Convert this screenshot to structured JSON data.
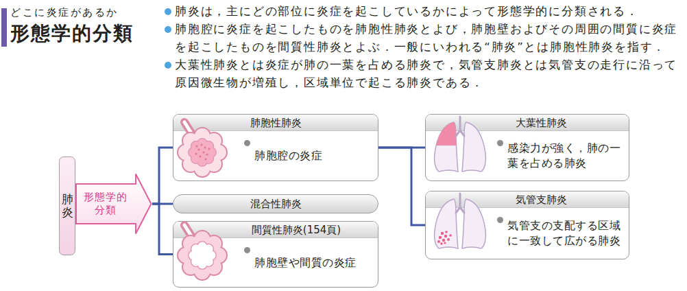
{
  "diagram": {
    "title": "形態学的分類",
    "nodes": [
      {
        "text": [
          "肺炎"
        ]
      },
      {
        "text": [
          "形態学的分類"
        ]
      },
      {
        "text": [
          "肺胞性肺炎",
          "肺胞腔の炎症"
        ]
      },
      {
        "text": [
          "混合性肺炎"
        ]
      },
      {
        "text": [
          "間質性肺炎(154頁)",
          "肺胞壁や間質の炎症"
        ]
      },
      {
        "text": [
          "大葉性肺炎",
          "感染力が強く，肺の一葉を占める肺炎"
        ]
      },
      {
        "text": [
          "気管支肺炎",
          "気管支の支配する区域に一致して広がる肺炎"
        ]
      }
    ],
    "edges": [
      {
        "from": 1,
        "to": 2,
        "arrow": "none"
      },
      {
        "from": 1,
        "to": 3,
        "arrow": "none"
      },
      {
        "from": 1,
        "to": 4,
        "arrow": "none"
      },
      {
        "from": 2,
        "to": 5,
        "arrow": "none"
      },
      {
        "from": 2,
        "to": 6,
        "arrow": "none"
      }
    ],
    "labels": [
      "どこに炎症があるか",
      "肺炎は，主にどの部位に炎症を起こしているかによって形態学的に分類される．",
      "肺胞腔に炎症を起こしたものを肺胞性肺炎とよび，肺胞壁およびその周囲の間質に炎症を起こしたものを間質性肺炎とよぶ．一般にいわれる“肺炎”とは肺胞性肺炎を指す．",
      "大葉性肺炎とは炎症が肺の一葉を占める肺炎で，気管支肺炎とは気管支の走行に沿って原因微生物が増殖し，区域単位で起こる肺炎である．"
    ]
  }
}
